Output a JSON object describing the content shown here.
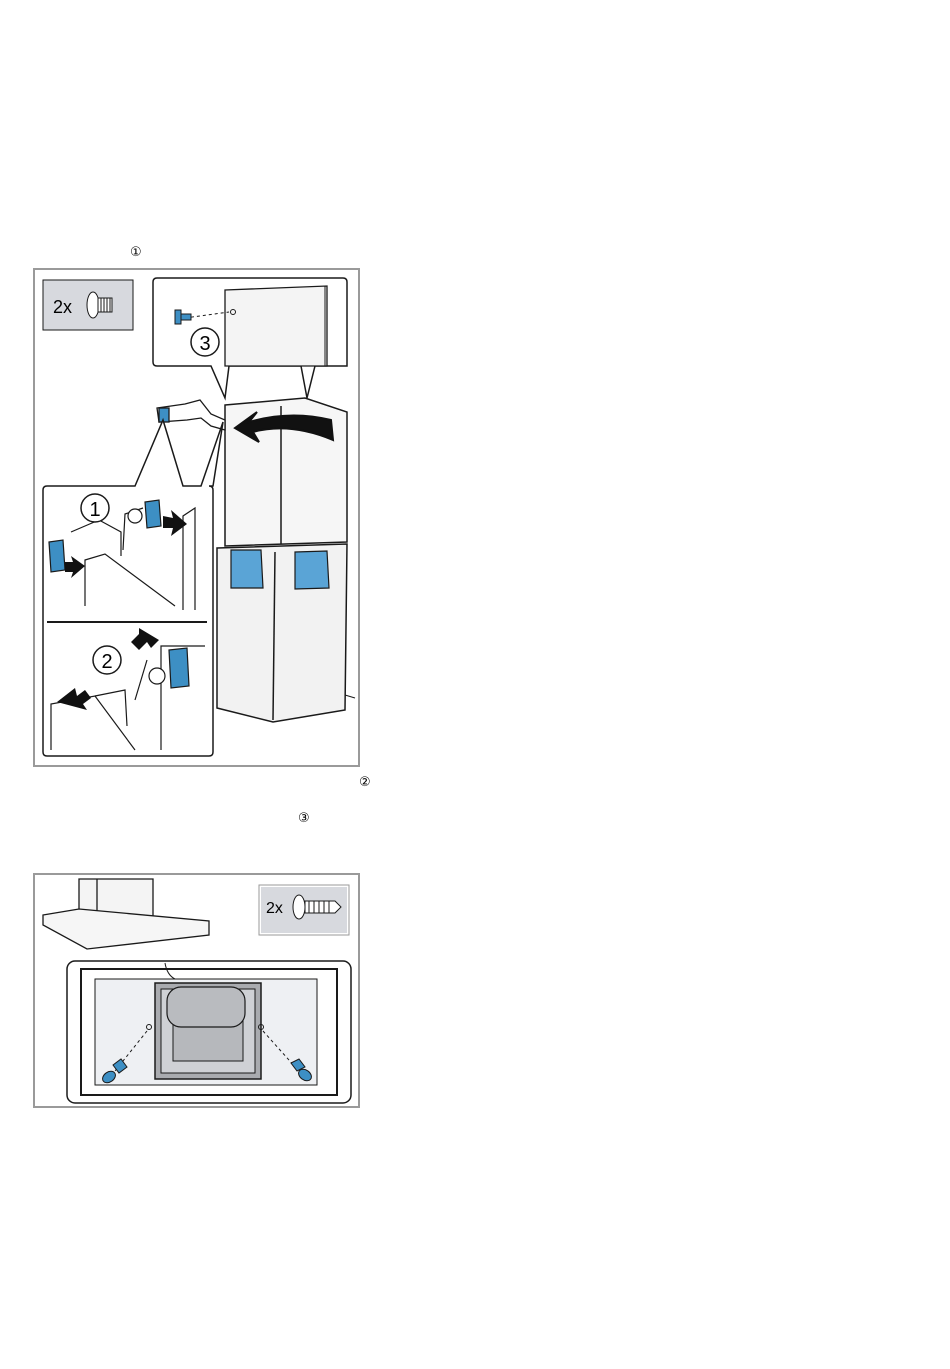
{
  "colors": {
    "accent_blue": "#3d8fc4",
    "figure_border": "#9a9a9a",
    "callout_gray": "#d7d9de",
    "line": "#1a1a1a"
  },
  "step_refs": {
    "ref_1": "①",
    "ref_2": "②",
    "ref_3": "③"
  },
  "figure1": {
    "screw_count": "2x",
    "screw_icon": "short-screw-icon",
    "callout_step_1": "1",
    "callout_step_2": "2",
    "callout_step_3": "3"
  },
  "figure2": {
    "screw_count": "2x",
    "screw_icon": "long-screw-icon"
  }
}
